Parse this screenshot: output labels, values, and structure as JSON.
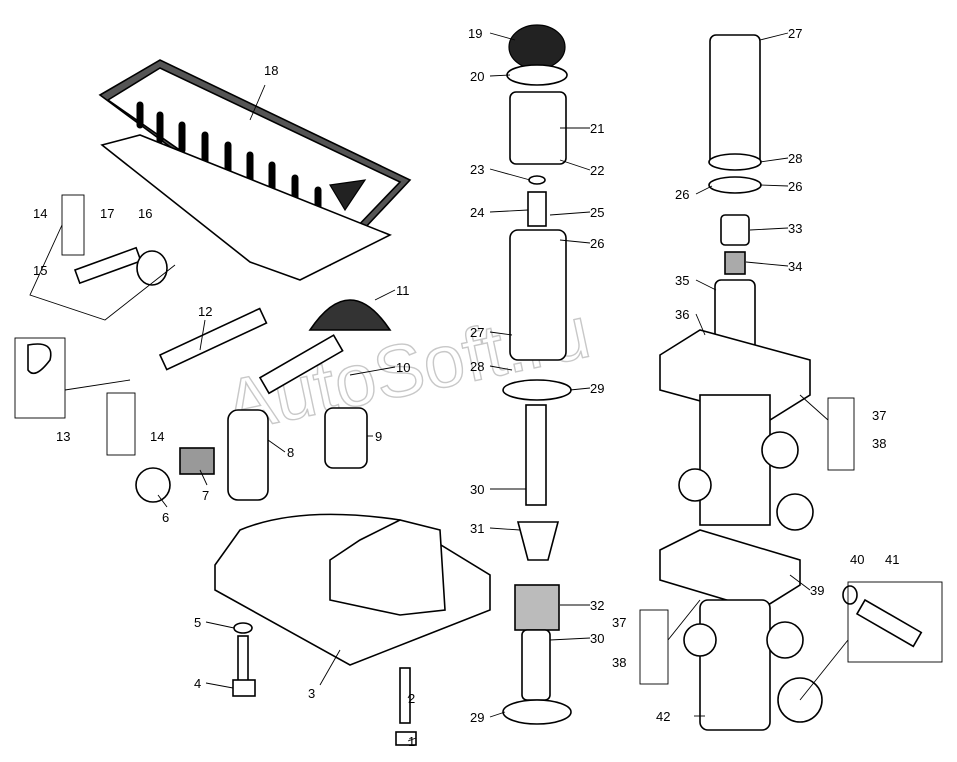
{
  "watermark": "AutoSoft.ru",
  "labels": {
    "l1": "1",
    "l2": "2",
    "l3": "3",
    "l4": "4",
    "l5": "5",
    "l6": "6",
    "l7": "7",
    "l8": "8",
    "l9": "9",
    "l10": "10",
    "l11": "11",
    "l12": "12",
    "l13": "13",
    "l14a": "14",
    "l14b": "14",
    "l15": "15",
    "l16": "16",
    "l17": "17",
    "l18": "18",
    "l19": "19",
    "l20": "20",
    "l21": "21",
    "l22": "22",
    "l23": "23",
    "l24": "24",
    "l25": "25",
    "l26a": "26",
    "l26b": "26",
    "l26c": "26",
    "l27a": "27",
    "l27b": "27",
    "l28a": "28",
    "l28b": "28",
    "l29a": "29",
    "l29b": "29",
    "l30a": "30",
    "l30b": "30",
    "l31": "31",
    "l32": "32",
    "l33": "33",
    "l34": "34",
    "l35": "35",
    "l36": "36",
    "l37a": "37",
    "l37b": "37",
    "l38a": "38",
    "l38b": "38",
    "l39": "39",
    "l40": "40",
    "l41": "41",
    "l42": "42"
  }
}
